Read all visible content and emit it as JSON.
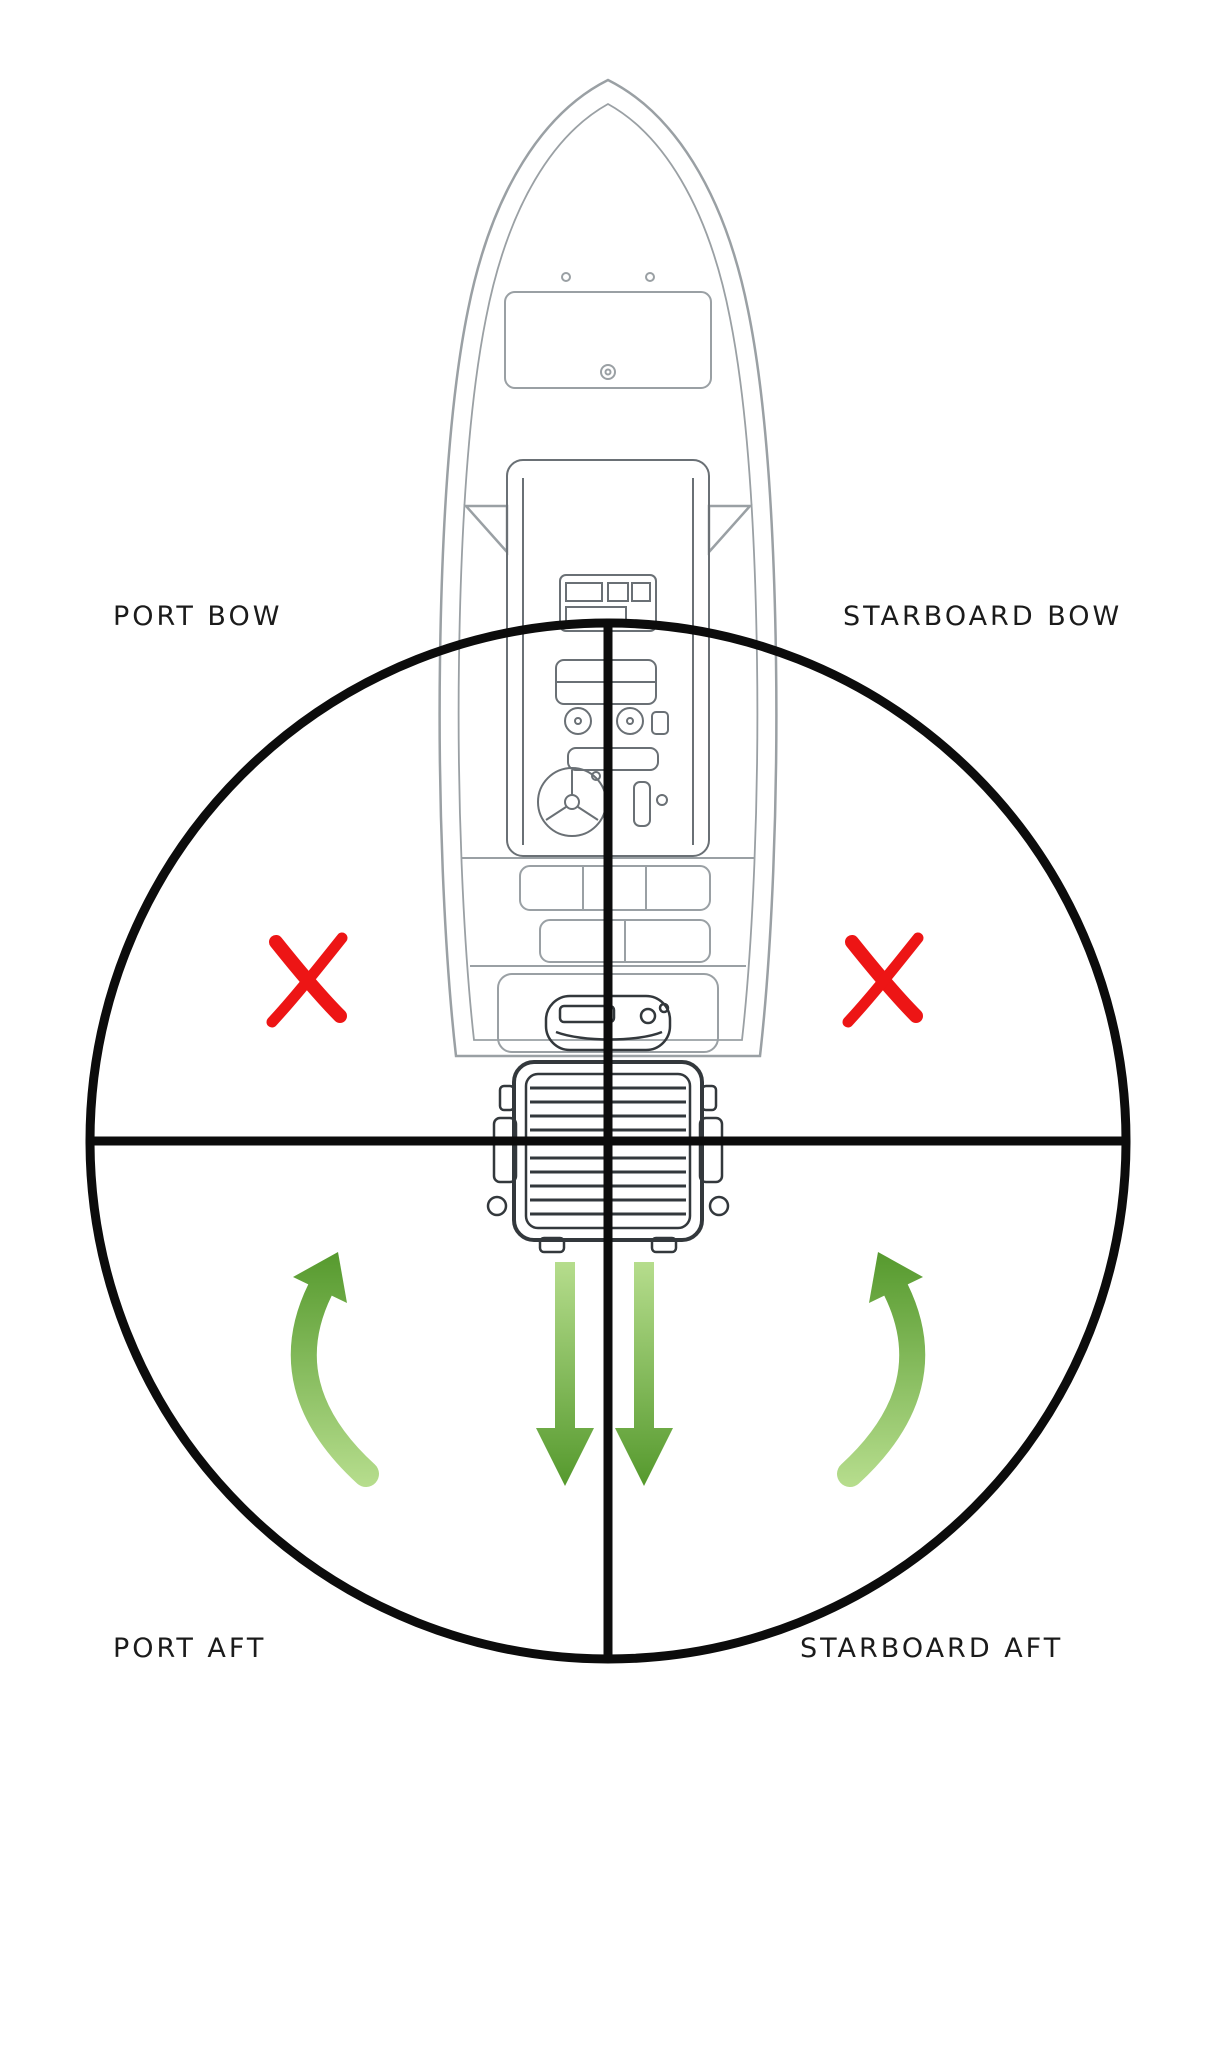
{
  "labels": {
    "port_bow": "PORT BOW",
    "starboard_bow": "STARBOARD BOW",
    "port_aft": "PORT AFT",
    "starboard_aft": "STARBOARD AFT"
  },
  "colors": {
    "background": "#ffffff",
    "crosshair_black": "#0c0c0c",
    "prohibited_x_red": "#ed1515",
    "arrow_green_light": "#b6dd8d",
    "arrow_green_dark": "#55992d",
    "boat_sketch_gray": "#9aa0a4",
    "boat_detail_gray": "#6a7075",
    "motor_dark_gray": "#33383c"
  },
  "markers": {
    "port_bow": "red-x-no-approach",
    "starboard_bow": "red-x-no-approach",
    "port_aft": "green-curved-arrow-approach",
    "starboard_aft": "green-curved-arrow-approach",
    "stern_center": "green-double-straight-arrows-approach"
  }
}
